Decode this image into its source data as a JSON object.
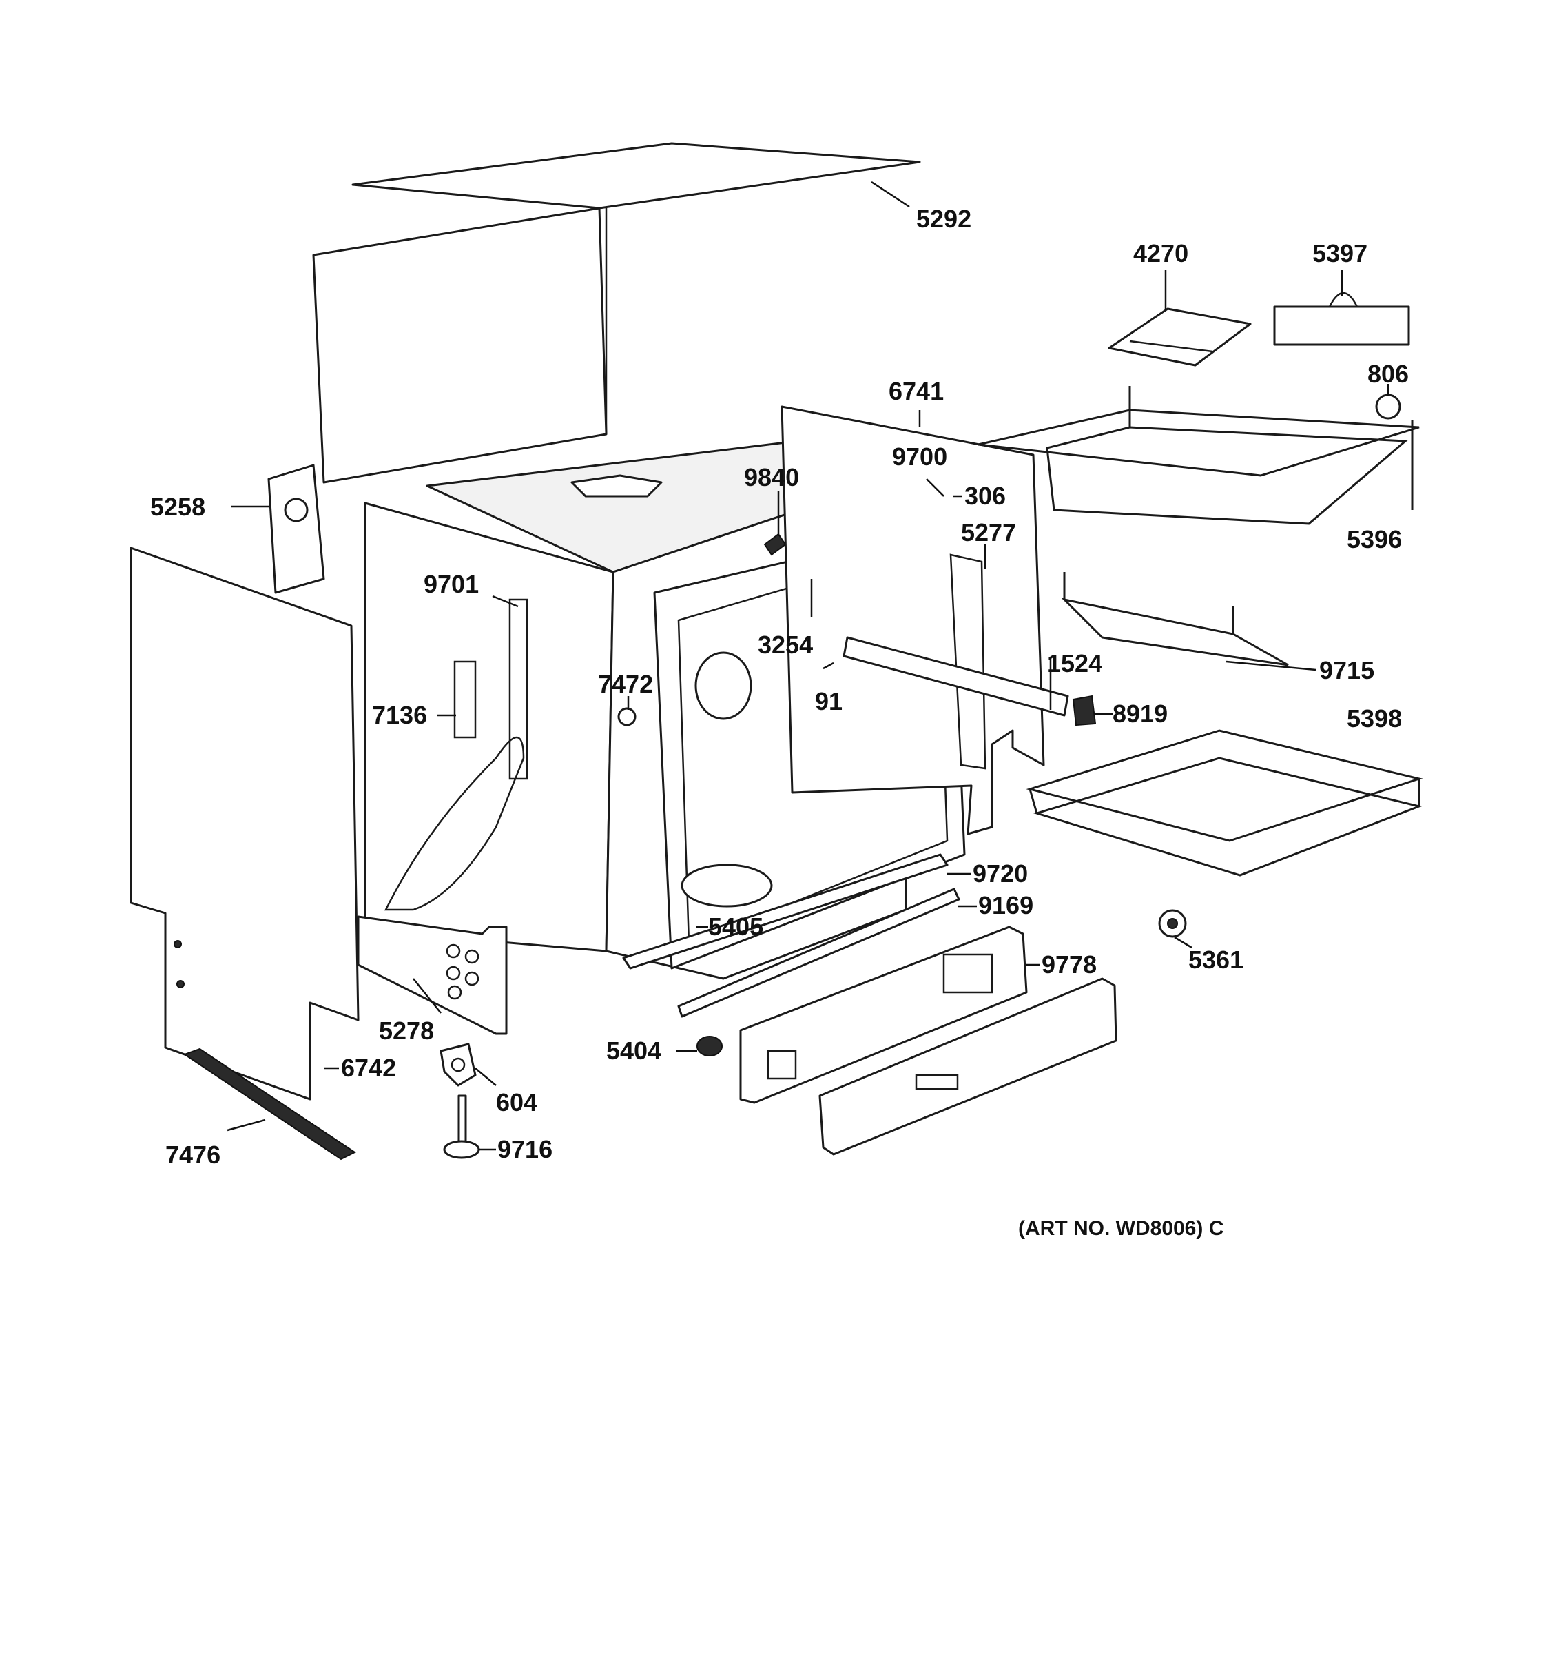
{
  "parts": [
    {
      "id": "5292",
      "label": "5292"
    },
    {
      "id": "4270",
      "label": "4270"
    },
    {
      "id": "5397",
      "label": "5397"
    },
    {
      "id": "806",
      "label": "806"
    },
    {
      "id": "6741",
      "label": "6741"
    },
    {
      "id": "9700",
      "label": "9700"
    },
    {
      "id": "9840",
      "label": "9840"
    },
    {
      "id": "306",
      "label": "306"
    },
    {
      "id": "5258",
      "label": "5258"
    },
    {
      "id": "5277",
      "label": "5277"
    },
    {
      "id": "5396",
      "label": "5396"
    },
    {
      "id": "9701",
      "label": "9701"
    },
    {
      "id": "3254",
      "label": "3254"
    },
    {
      "id": "1524",
      "label": "1524"
    },
    {
      "id": "9715",
      "label": "9715"
    },
    {
      "id": "7472",
      "label": "7472"
    },
    {
      "id": "91",
      "label": "91"
    },
    {
      "id": "8919",
      "label": "8919"
    },
    {
      "id": "7136",
      "label": "7136"
    },
    {
      "id": "5398",
      "label": "5398"
    },
    {
      "id": "9720",
      "label": "9720"
    },
    {
      "id": "9169",
      "label": "9169"
    },
    {
      "id": "5405",
      "label": "5405"
    },
    {
      "id": "9778",
      "label": "9778"
    },
    {
      "id": "5361",
      "label": "5361"
    },
    {
      "id": "5278",
      "label": "5278"
    },
    {
      "id": "5404",
      "label": "5404"
    },
    {
      "id": "6742",
      "label": "6742"
    },
    {
      "id": "604",
      "label": "604"
    },
    {
      "id": "7476",
      "label": "7476"
    },
    {
      "id": "9716",
      "label": "9716"
    }
  ],
  "footer": {
    "art_number": "(ART NO. WD8006) C"
  }
}
